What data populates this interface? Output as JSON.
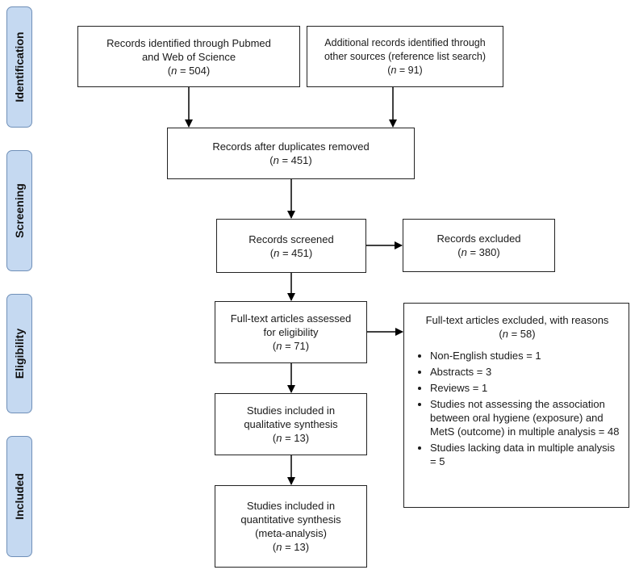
{
  "phases": [
    "Identification",
    "Screening",
    "Eligibility",
    "Included"
  ],
  "boxes": {
    "identified": {
      "lines": [
        "Records identified through Pubmed",
        "and Web of Science"
      ],
      "n": "504"
    },
    "additional": {
      "lines": [
        "Additional records identified through",
        "other sources (reference list search)"
      ],
      "n": "91"
    },
    "duplicates": {
      "lines": [
        "Records after duplicates removed"
      ],
      "n": "451"
    },
    "screened": {
      "lines": [
        "Records screened"
      ],
      "n": "451"
    },
    "excluded": {
      "lines": [
        "Records excluded"
      ],
      "n": "380"
    },
    "fulltext": {
      "lines": [
        "Full-text articles assessed",
        "for eligibility"
      ],
      "n": "71"
    },
    "qualitative": {
      "lines": [
        "Studies included in",
        "qualitative synthesis"
      ],
      "n": "13"
    },
    "quantitative": {
      "lines": [
        "Studies included in",
        "quantitative synthesis",
        "(meta-analysis)"
      ],
      "n": "13"
    }
  },
  "fulltext_excluded": {
    "title": "Full-text articles excluded, with reasons",
    "n": "58",
    "reasons": [
      "Non-English studies = 1",
      "Abstracts = 3",
      "Reviews = 1",
      "Studies not assessing the association between oral hygiene (exposure) and MetS (outcome) in multiple analysis = 48",
      "Studies lacking data in multiple analysis = 5"
    ]
  },
  "n_label": "n",
  "colors": {
    "phase_fill": "#c5d9f1",
    "phase_border": "#6f8fb8",
    "line": "#000000"
  }
}
